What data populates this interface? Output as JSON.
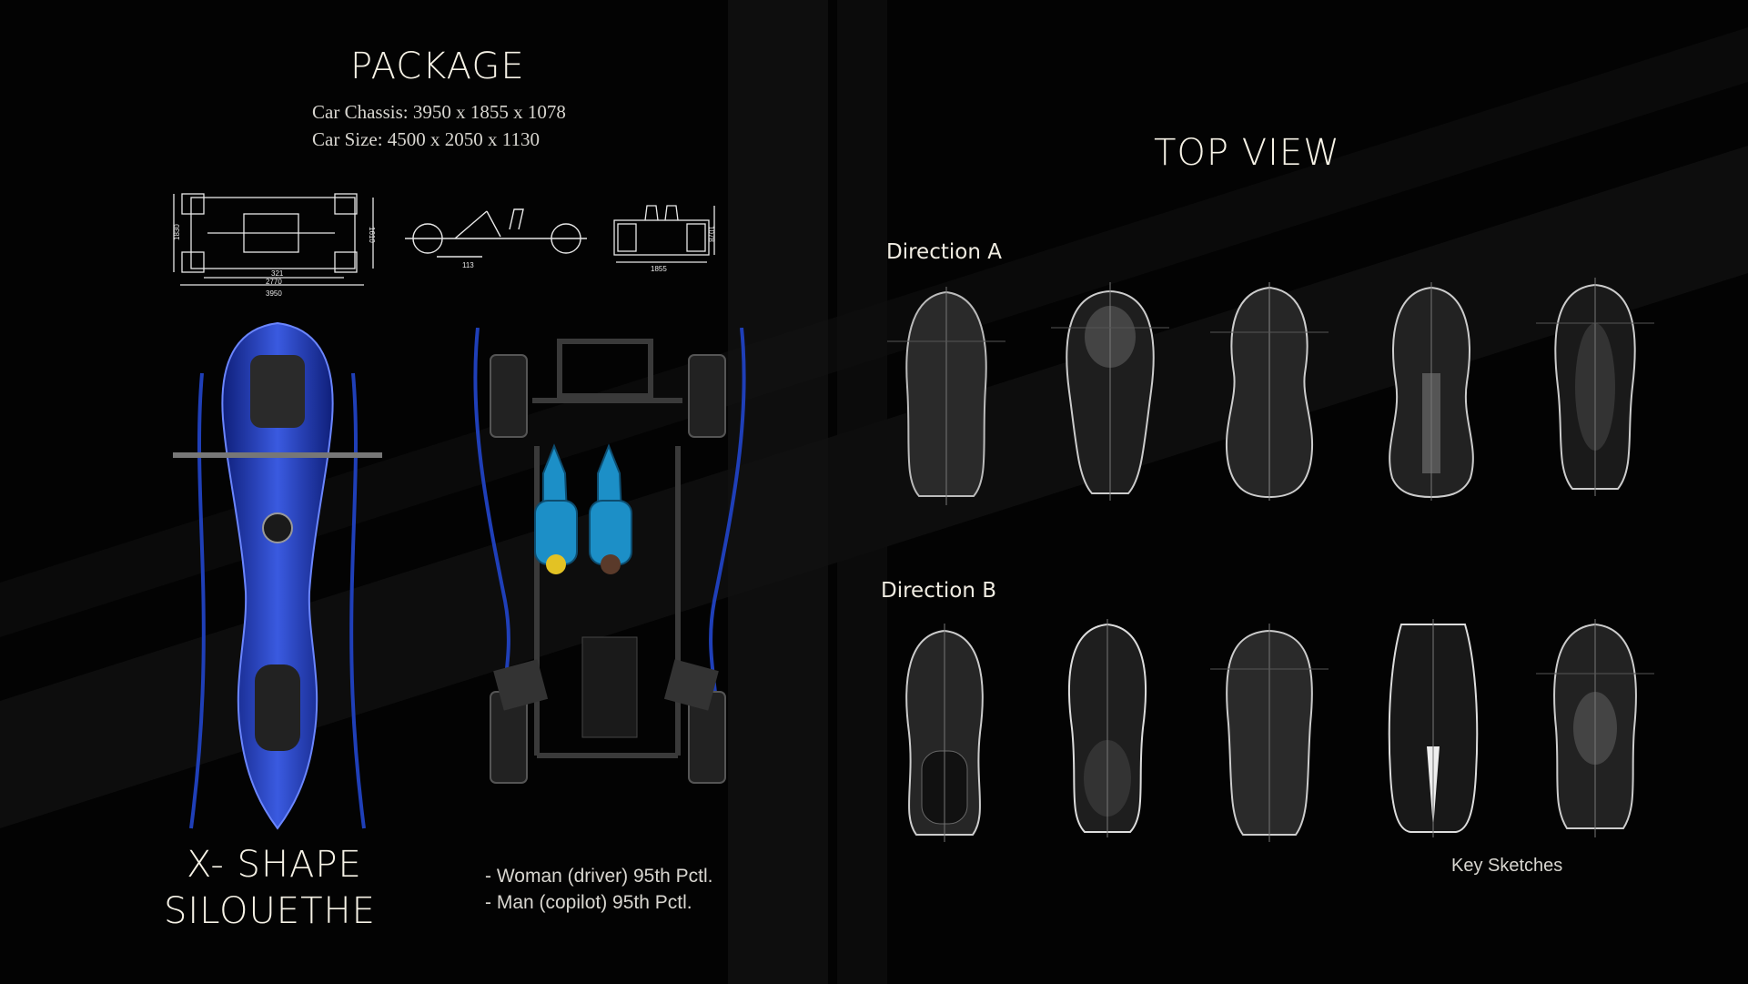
{
  "package": {
    "title": "PACKAGE",
    "chassis": "Car Chassis: 3950 x 1855 x 1078",
    "size": "Car Size: 4500 x 2050 x 1130"
  },
  "drawing_dims": {
    "top_width": "1830",
    "top_track": "1610",
    "wheelbase": "2770",
    "length": "3950",
    "offset": "321",
    "side_height": "113",
    "front_width": "1855",
    "front_height": "1078"
  },
  "silhouette": {
    "line1": "X- SHAPE",
    "line2": "SILOUETHE"
  },
  "occupants": {
    "driver": "- Woman (driver) 95th Pctl.",
    "copilot": "- Man (copilot) 95th Pctl."
  },
  "top_view": {
    "title": "TOP VIEW",
    "direction_a": "Direction A",
    "direction_b": "Direction B",
    "key_sketches": "Key Sketches"
  },
  "colors": {
    "background": "#030303",
    "accent_blue": "#1f3fb8",
    "text": "#f2efe6"
  }
}
